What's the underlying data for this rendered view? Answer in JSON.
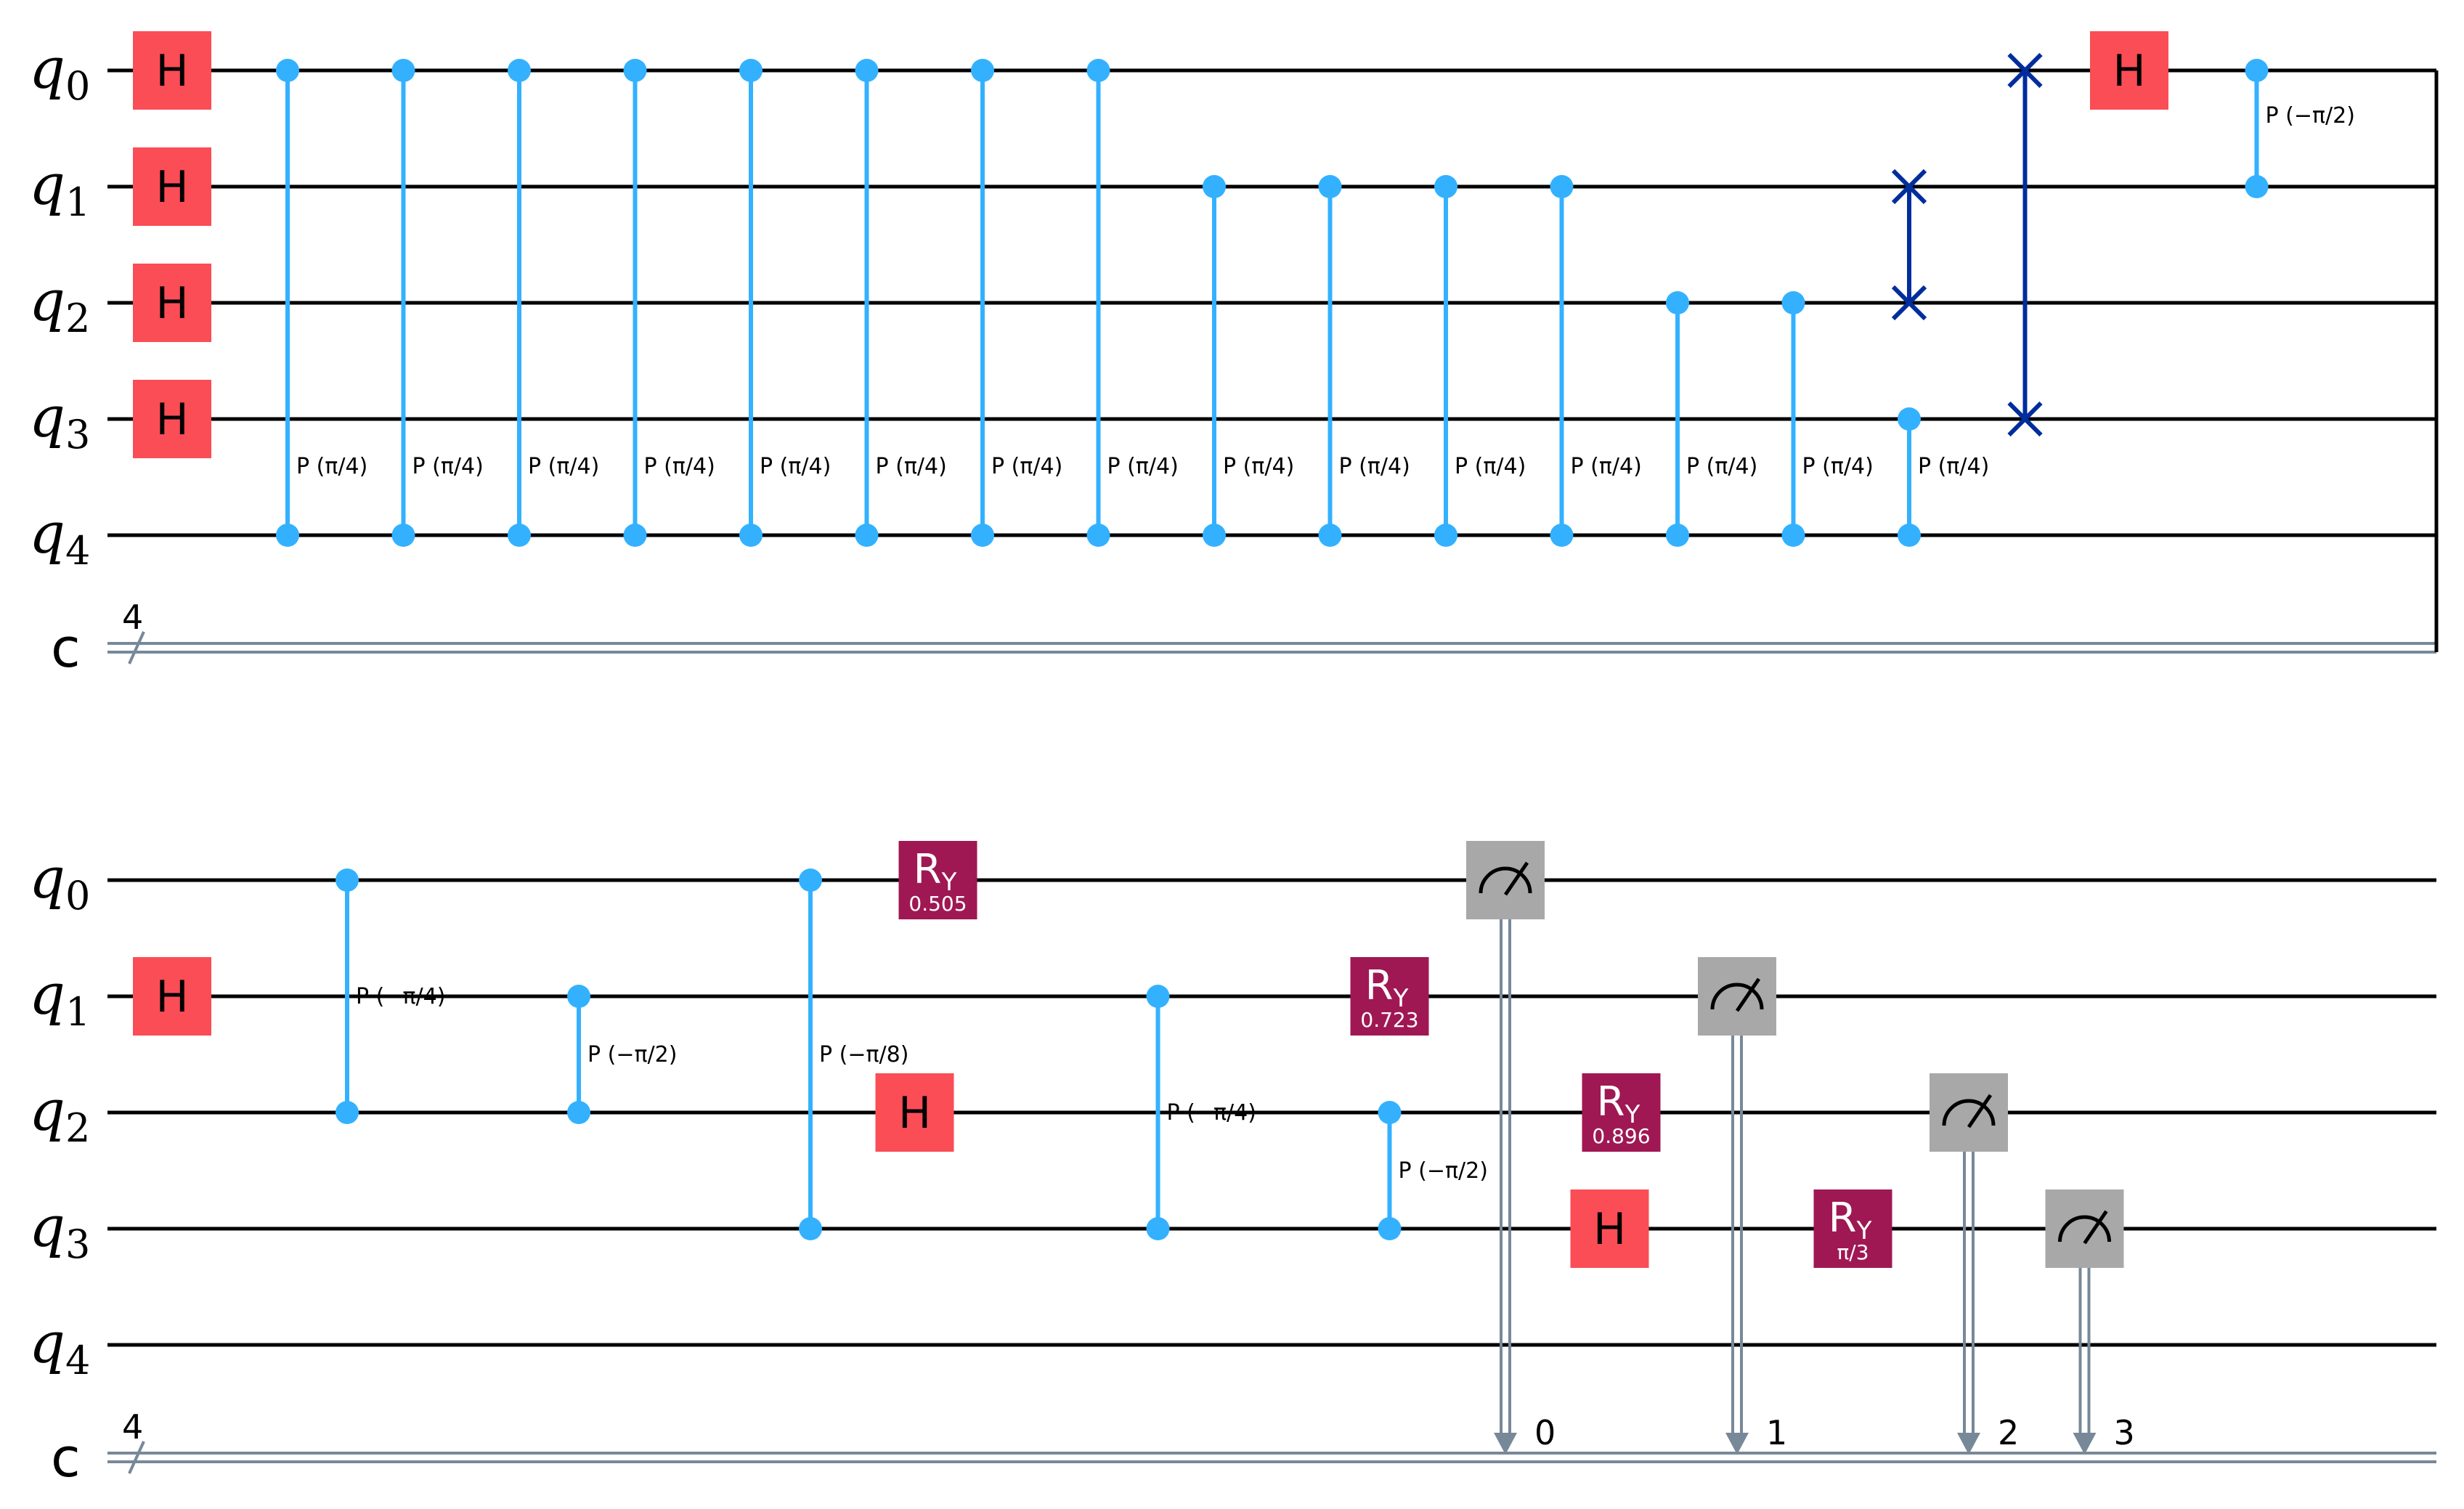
{
  "qubits": [
    "q",
    "q",
    "q",
    "q",
    "q"
  ],
  "qubit_indices": [
    "0",
    "1",
    "2",
    "3",
    "4"
  ],
  "classical_register": "c",
  "classical_size": "4",
  "colors": {
    "h_gate": "#FA4D56",
    "controlled_phase": "#33B1FF",
    "swap": "#002D9C",
    "ry_gate": "#9F1853",
    "measure": "#A8A8A8",
    "classical_wire": "#778899"
  },
  "rows": [
    {
      "gates": [
        {
          "type": "H",
          "qubit": 0,
          "col": 0,
          "label": "H"
        },
        {
          "type": "H",
          "qubit": 1,
          "col": 0,
          "label": "H"
        },
        {
          "type": "H",
          "qubit": 2,
          "col": 0,
          "label": "H"
        },
        {
          "type": "H",
          "qubit": 3,
          "col": 0,
          "label": "H"
        },
        {
          "type": "CP",
          "q1": 0,
          "q2": 4,
          "col": 1,
          "label": "P (π/4)"
        },
        {
          "type": "CP",
          "q1": 0,
          "q2": 4,
          "col": 2,
          "label": "P (π/4)"
        },
        {
          "type": "CP",
          "q1": 0,
          "q2": 4,
          "col": 3,
          "label": "P (π/4)"
        },
        {
          "type": "CP",
          "q1": 0,
          "q2": 4,
          "col": 4,
          "label": "P (π/4)"
        },
        {
          "type": "CP",
          "q1": 0,
          "q2": 4,
          "col": 5,
          "label": "P (π/4)"
        },
        {
          "type": "CP",
          "q1": 0,
          "q2": 4,
          "col": 6,
          "label": "P (π/4)"
        },
        {
          "type": "CP",
          "q1": 0,
          "q2": 4,
          "col": 7,
          "label": "P (π/4)"
        },
        {
          "type": "CP",
          "q1": 0,
          "q2": 4,
          "col": 8,
          "label": "P (π/4)"
        },
        {
          "type": "CP",
          "q1": 1,
          "q2": 4,
          "col": 9,
          "label": "P (π/4)"
        },
        {
          "type": "CP",
          "q1": 1,
          "q2": 4,
          "col": 10,
          "label": "P (π/4)"
        },
        {
          "type": "CP",
          "q1": 1,
          "q2": 4,
          "col": 11,
          "label": "P (π/4)"
        },
        {
          "type": "CP",
          "q1": 1,
          "q2": 4,
          "col": 12,
          "label": "P (π/4)"
        },
        {
          "type": "CP",
          "q1": 2,
          "q2": 4,
          "col": 13,
          "label": "P (π/4)"
        },
        {
          "type": "CP",
          "q1": 2,
          "q2": 4,
          "col": 14,
          "label": "P (π/4)"
        },
        {
          "type": "CP",
          "q1": 3,
          "q2": 4,
          "col": 15,
          "label": "P (π/4)"
        },
        {
          "type": "SWAP",
          "q1": 1,
          "q2": 2,
          "col": 15
        },
        {
          "type": "SWAP",
          "q1": 0,
          "q2": 3,
          "col": 16
        },
        {
          "type": "H",
          "qubit": 0,
          "col": 17,
          "label": "H"
        },
        {
          "type": "CP",
          "q1": 0,
          "q2": 1,
          "col": 18,
          "label": "P (−π/2)",
          "label_at": "middle"
        }
      ]
    },
    {
      "gates": [
        {
          "type": "H",
          "qubit": 1,
          "col": 0,
          "label": "H"
        },
        {
          "type": "CP",
          "q1": 0,
          "q2": 2,
          "col": 2,
          "label": "P (−π/4)"
        },
        {
          "type": "CP",
          "q1": 1,
          "q2": 2,
          "col": 4,
          "label": "P (−π/2)"
        },
        {
          "type": "CP",
          "q1": 0,
          "q2": 3,
          "col": 6,
          "label": "P (−π/8)"
        },
        {
          "type": "RY",
          "qubit": 0,
          "col": 7,
          "label": "R",
          "sub": "Y",
          "param": "0.505"
        },
        {
          "type": "H",
          "qubit": 2,
          "col": 7,
          "label": "H"
        },
        {
          "type": "CP",
          "q1": 1,
          "q2": 3,
          "col": 9,
          "label": "P (−π/4)"
        },
        {
          "type": "RY",
          "qubit": 1,
          "col": 11,
          "label": "R",
          "sub": "Y",
          "param": "0.723"
        },
        {
          "type": "CP",
          "q1": 2,
          "q2": 3,
          "col": 11,
          "label": "P (−π/2)"
        },
        {
          "type": "M",
          "qubit": 0,
          "col": 12,
          "bit": "0"
        },
        {
          "type": "RY",
          "qubit": 2,
          "col": 13,
          "label": "R",
          "sub": "Y",
          "param": "0.896"
        },
        {
          "type": "H",
          "qubit": 3,
          "col": 13,
          "label": "H"
        },
        {
          "type": "M",
          "qubit": 1,
          "col": 14,
          "bit": "1"
        },
        {
          "type": "RY",
          "qubit": 3,
          "col": 15,
          "label": "R",
          "sub": "Y",
          "param": "π/3"
        },
        {
          "type": "M",
          "qubit": 2,
          "col": 16,
          "bit": "2"
        },
        {
          "type": "M",
          "qubit": 3,
          "col": 17,
          "bit": "3"
        }
      ]
    }
  ]
}
